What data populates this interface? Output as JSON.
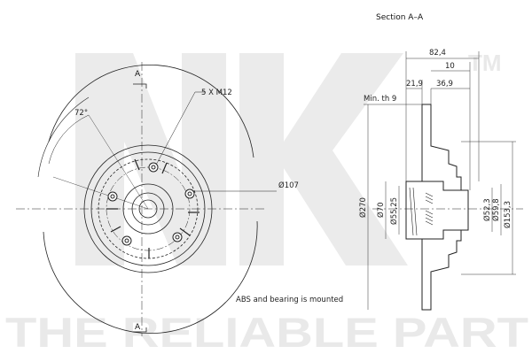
{
  "watermark": {
    "logo_text": "NK",
    "tm": "TM",
    "tagline": "THE RELIABLE PART"
  },
  "drawing": {
    "section_title": "Section A–A",
    "section_marks": [
      "A",
      "A"
    ],
    "angle_label": "72°",
    "bolt_label": "5 X M12",
    "pcd_label": "Ø107",
    "note": "ABS and bearing is mounted",
    "min_thickness": "Min. th 9",
    "dims_horizontal": [
      "82,4",
      "10",
      "21,9",
      "36,9"
    ],
    "dims_vertical": [
      "Ø270",
      "Ø70",
      "Ø55,25",
      "Ø52,3",
      "Ø59,8",
      "Ø153,3"
    ]
  }
}
